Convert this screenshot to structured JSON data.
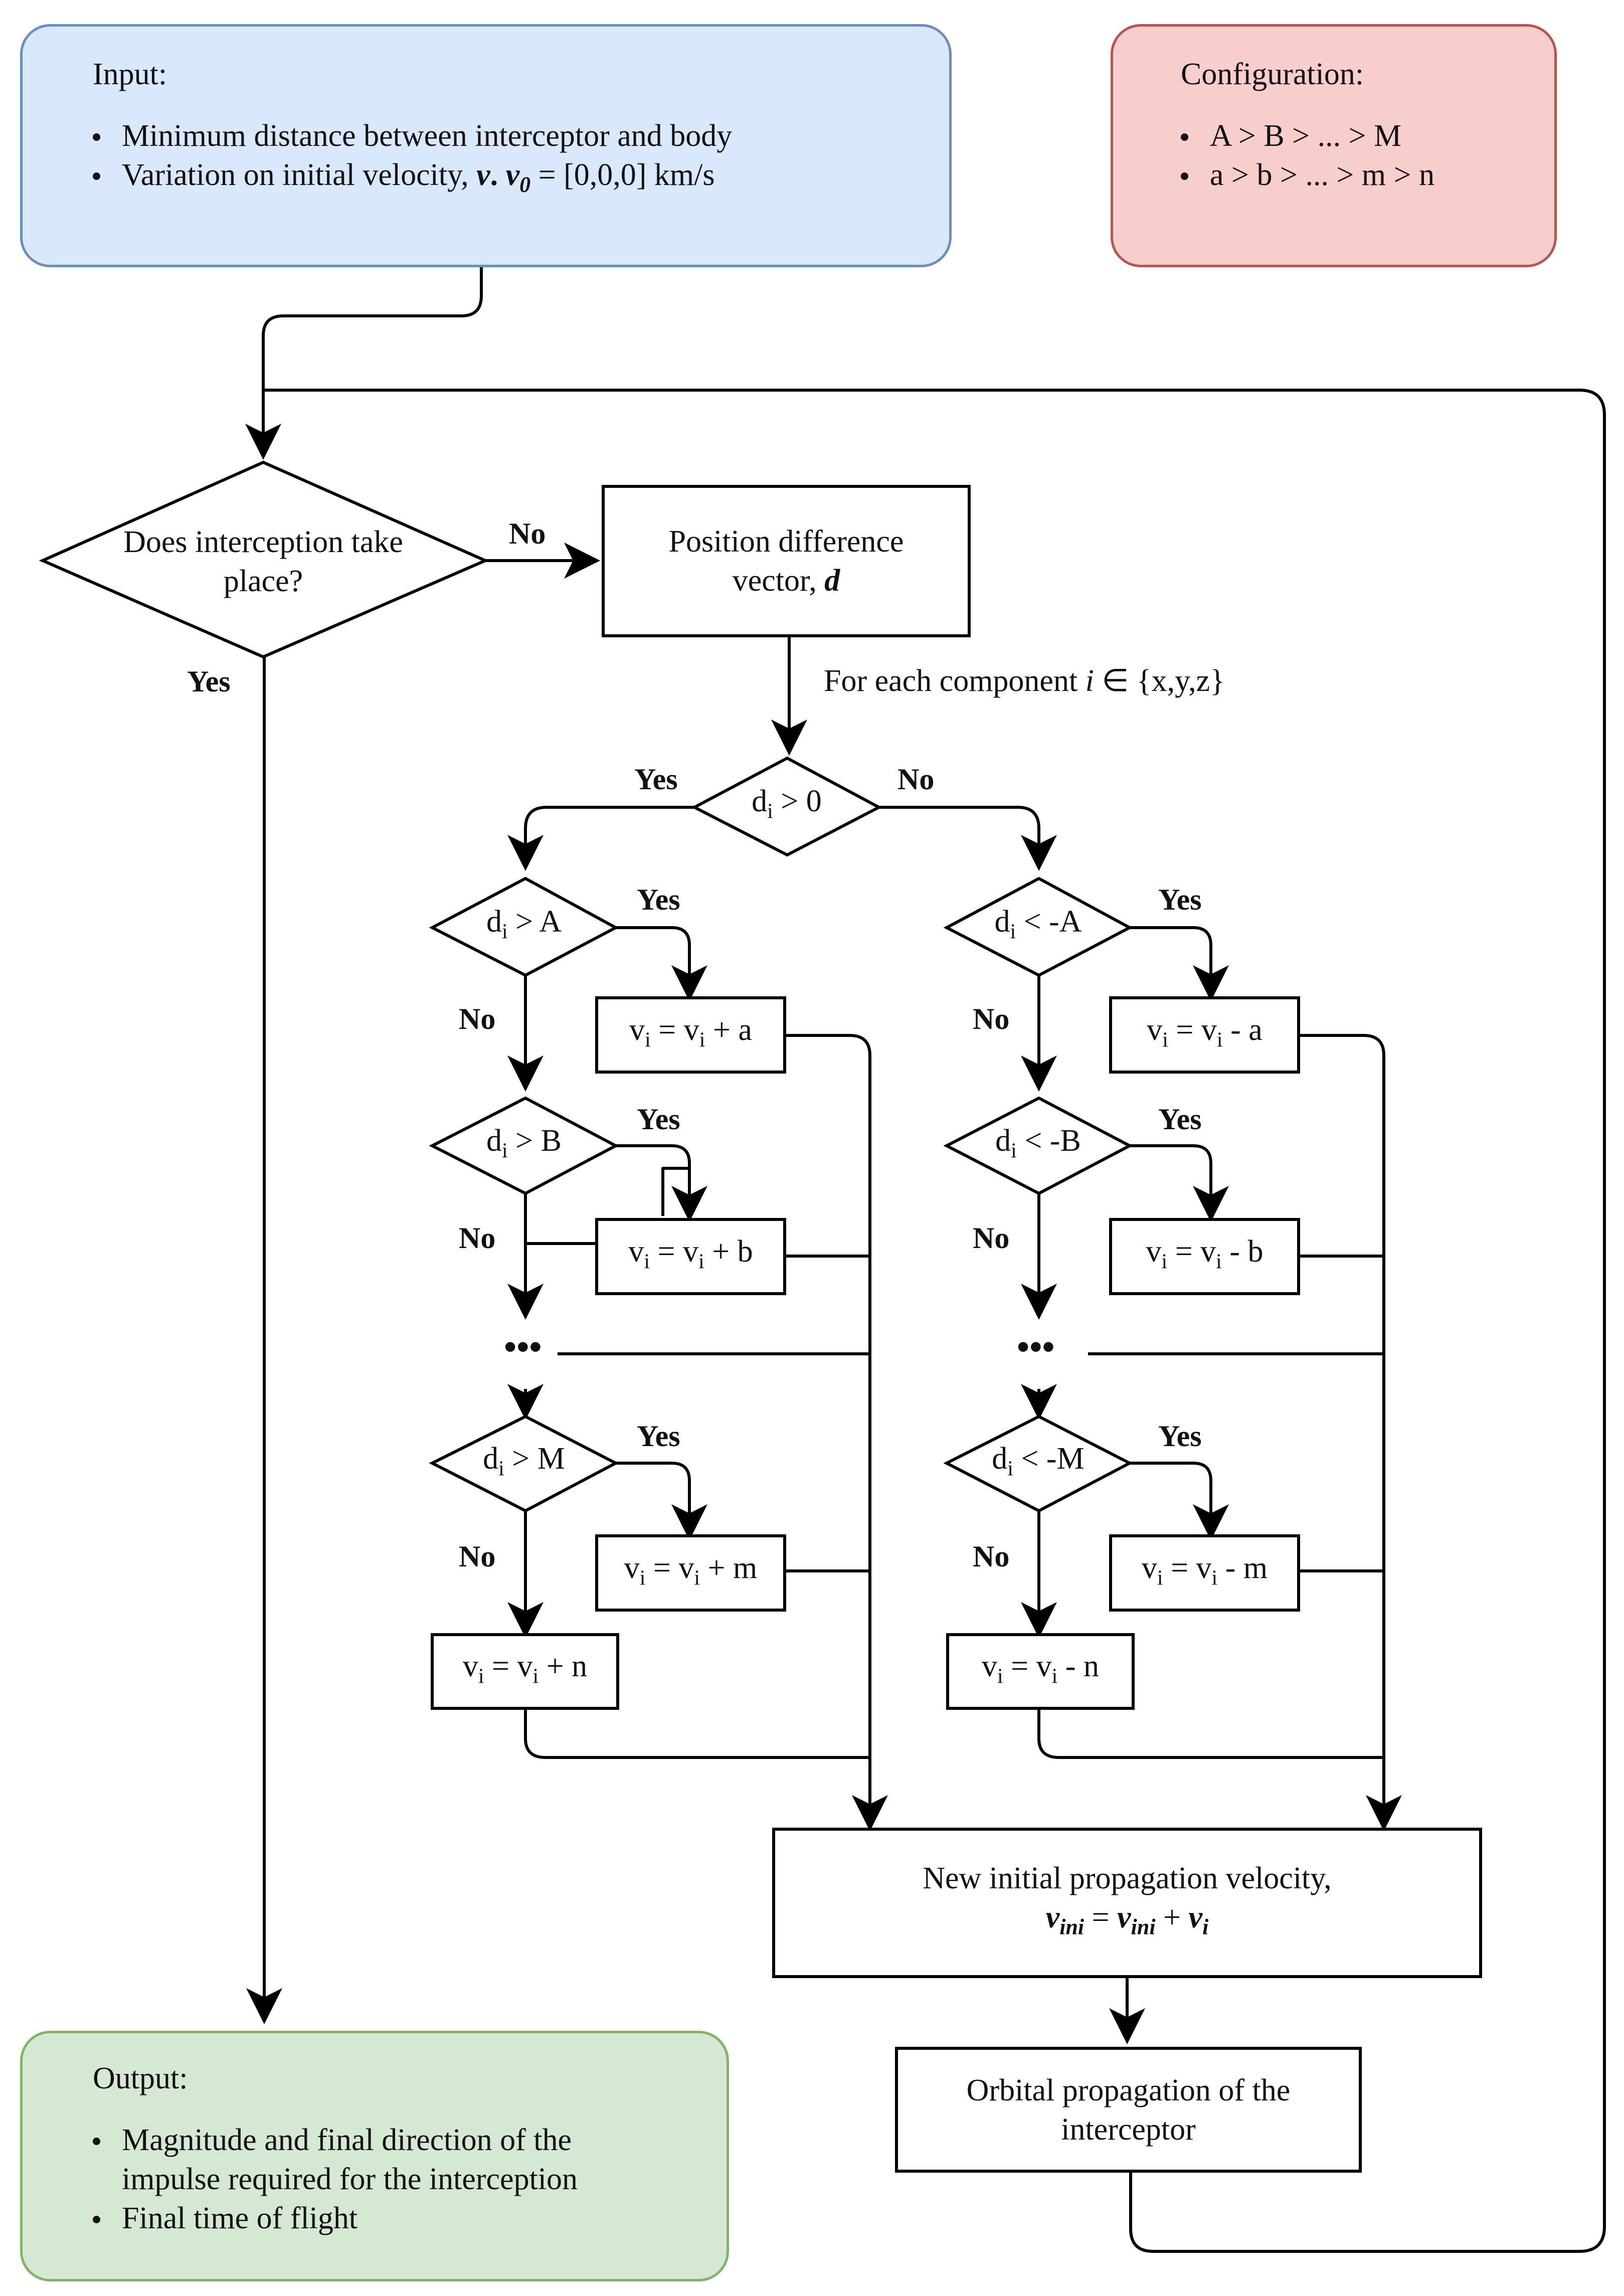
{
  "input": {
    "heading": "Input:",
    "items": [
      "Minimum distance between interceptor and body",
      "Variation on initial velocity,"
    ],
    "velocity_symbol": "v",
    "v0_symbol": "v",
    "v0_sub": "0",
    "v0_value": "= [0,0,0] km/s"
  },
  "configuration": {
    "heading": "Configuration:",
    "items": [
      "A > B > ... > M",
      "a > b > ... > m > n"
    ]
  },
  "output": {
    "heading": "Output:",
    "items": [
      "Magnitude and final direction of the impulse required for the interception",
      "Final time of flight"
    ]
  },
  "decision_intercept": {
    "text": "Does interception take place?",
    "no": "No",
    "yes": "Yes"
  },
  "position_diff": {
    "text": "Position difference vector,",
    "symbol": "d"
  },
  "for_each": {
    "prefix": "For each component",
    "var": "i",
    "suffix": "∈ {x,y,z}"
  },
  "decision_root": {
    "text": "d",
    "sub": "i",
    "rest": " > 0",
    "yes": "Yes",
    "no": "No"
  },
  "left_column": {
    "decisions": [
      {
        "sub": "i",
        "rest": " > A",
        "yes": "Yes",
        "no": "No"
      },
      {
        "sub": "i",
        "rest": " > B",
        "yes": "Yes",
        "no": "No"
      },
      {
        "sub": "i",
        "rest": " > M",
        "yes": "Yes",
        "no": "No"
      }
    ],
    "updates": [
      "+ a",
      "+ b",
      "+ m",
      "+ n"
    ]
  },
  "right_column": {
    "decisions": [
      {
        "sub": "i",
        "rest": " < -A",
        "yes": "Yes",
        "no": "No"
      },
      {
        "sub": "i",
        "rest": " < -B",
        "yes": "Yes",
        "no": "No"
      },
      {
        "sub": "i",
        "rest": " < -M",
        "yes": "Yes",
        "no": "No"
      }
    ],
    "updates": [
      "- a",
      "- b",
      "- m",
      "- n"
    ]
  },
  "ellipsis": "•••",
  "new_velocity": {
    "line1": "New initial propagation velocity,",
    "lhs": "v",
    "lhs_sub": "ini",
    "op1": "=",
    "rhs1": "v",
    "rhs1_sub": "ini",
    "op2": "+",
    "rhs2": "v",
    "rhs2_sub": "i"
  },
  "orbital": {
    "text": "Orbital propagation of the interceptor"
  },
  "colors": {
    "input_fill": "#dae8fc",
    "input_stroke": "#6c8ebf",
    "config_fill": "#f8cecc",
    "config_stroke": "#b85450",
    "output_fill": "#d5e8d4",
    "output_stroke": "#82b366",
    "line": "#000000"
  }
}
